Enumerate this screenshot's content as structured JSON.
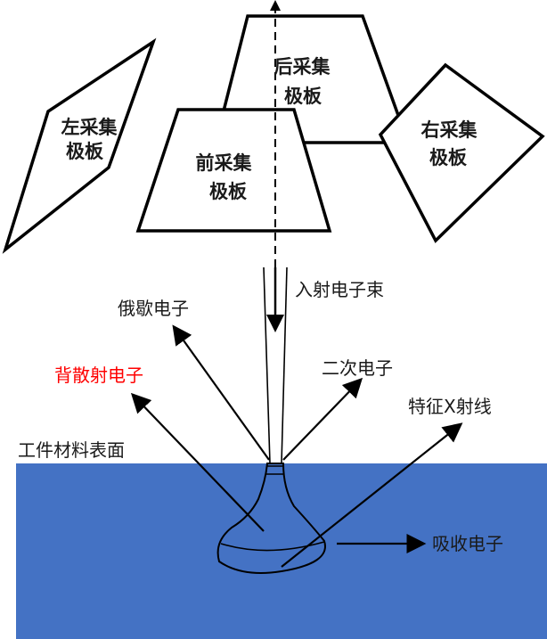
{
  "plates": {
    "left": [
      "左采集",
      "极板"
    ],
    "back": [
      "后采集",
      "极板"
    ],
    "front": [
      "前采集",
      "极板"
    ],
    "right": [
      "右采集",
      "极板"
    ]
  },
  "labels": {
    "incident_beam": "入射电子束",
    "auger_electrons": "俄歇电子",
    "backscattered_electrons": "背散射电子",
    "secondary_electrons": "二次电子",
    "characteristic_xray": "特征X射线",
    "workpiece_surface": "工件材料表面",
    "absorbed_electrons": "吸收电子"
  },
  "colors": {
    "material": "#4472c4",
    "highlight_label": "#ff0000",
    "line": "#000000"
  }
}
